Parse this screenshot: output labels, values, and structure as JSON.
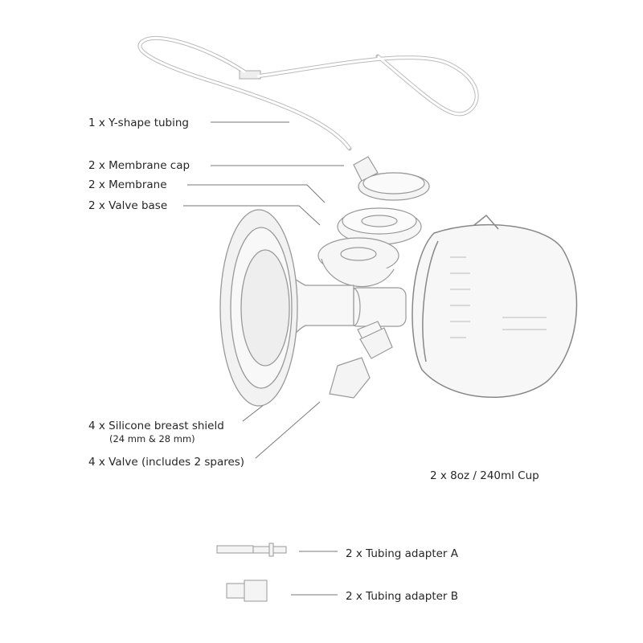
{
  "parts": {
    "tubing": "1 x Y-shape tubing",
    "membrane_cap": "2 x Membrane cap",
    "membrane": "2 x Membrane",
    "valve_base": "2 x Valve base",
    "breast_shield": "4 x Silicone breast shield",
    "breast_shield_sizes": "(24 mm & 28 mm)",
    "valve": "4 x Valve (includes 2 spares)",
    "cup": "2 x 8oz / 240ml Cup",
    "adapter_a": "2 x Tubing adapter A",
    "adapter_b": "2 x Tubing adapter B"
  }
}
